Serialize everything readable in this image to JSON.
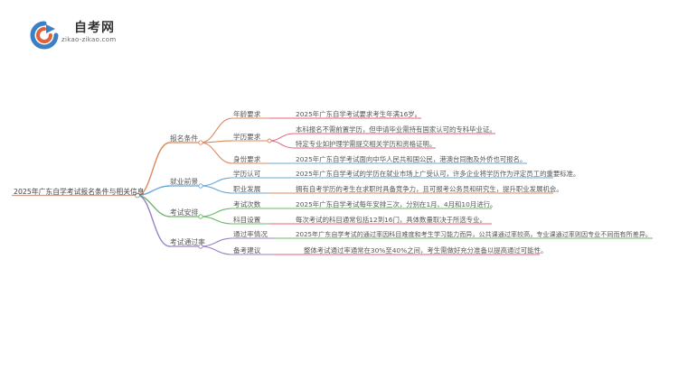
{
  "logo": {
    "title": "自考网",
    "url": "zikao-zikao.com"
  },
  "mindmap": {
    "root": "2025年广东自学考试报名条件与相关信息",
    "branches": [
      {
        "label": "报名条件",
        "color": "#d98b5f",
        "items": [
          {
            "label": "年龄要求",
            "leaves": [
              "2025年广东自学考试要求考生年满16岁。"
            ]
          },
          {
            "label": "学历要求",
            "leaves": [
              "本科报名不需前置学历，但申请毕业需持有国家认可的专科毕业证。",
              "特定专业如护理学需提交相关学历和资格证明。"
            ]
          },
          {
            "label": "身份要求",
            "leaves": [
              "2025年广东自学考试面向中华人民共和国公民，港澳台同胞及外侨也可报名。"
            ]
          }
        ]
      },
      {
        "label": "就业前景",
        "color": "#6aa8d8",
        "items": [
          {
            "label": "学历认可",
            "leaves": [
              "2025年广东自学考试的学历在就业市场上广受认可，许多企业将学历作为评定员工的重要标准。"
            ]
          },
          {
            "label": "职业发展",
            "leaves": [
              "拥有自考学历的考生在求职时具备竞争力，且可报考公务员和研究生，提升职业发展机会。"
            ]
          }
        ]
      },
      {
        "label": "考试安排",
        "color": "#6cb86a",
        "items": [
          {
            "label": "考试次数",
            "leaves": [
              "2025年广东自学考试每年安排三次，分别在1月、4月和10月进行。"
            ]
          },
          {
            "label": "科目设置",
            "leaves": [
              "每次考试的科目通常包括12到16门，具体数量取决于所选专业。"
            ]
          }
        ]
      },
      {
        "label": "考试通过率",
        "color": "#9b82c4",
        "items": [
          {
            "label": "通过率情况",
            "leaves": [
              "2025年广东自学考试的通过率因科目难度和考生学习能力而异，公共课通过率较高，专业课通过率则因专业不同而有所差异。"
            ]
          },
          {
            "label": "备考建议",
            "leaves": [
              "整体考试通过率通常在30%至40%之间，考生需做好充分准备以提高通过可能性。"
            ]
          }
        ]
      }
    ]
  }
}
